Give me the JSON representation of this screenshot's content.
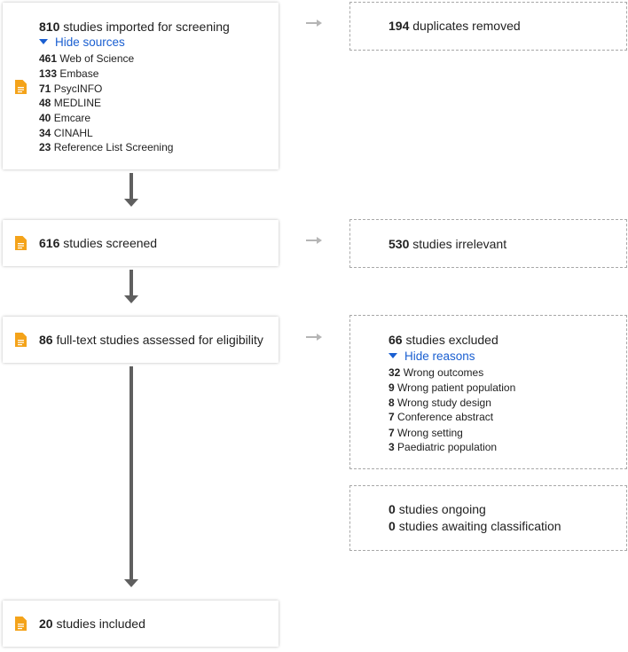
{
  "identification": {
    "count": "810",
    "text": "studies imported for screening",
    "toggle": "Hide sources",
    "sources": [
      {
        "count": "461",
        "name": "Web of Science"
      },
      {
        "count": "133",
        "name": "Embase"
      },
      {
        "count": "71",
        "name": "PsycINFO"
      },
      {
        "count": "48",
        "name": "MEDLINE"
      },
      {
        "count": "40",
        "name": "Emcare"
      },
      {
        "count": "34",
        "name": "CINAHL"
      },
      {
        "count": "23",
        "name": "Reference List Screening"
      }
    ]
  },
  "duplicates": {
    "count": "194",
    "text": "duplicates removed"
  },
  "screened": {
    "count": "616",
    "text": "studies screened"
  },
  "irrelevant": {
    "count": "530",
    "text": "studies irrelevant"
  },
  "fulltext": {
    "count": "86",
    "text": "full-text studies assessed for eligibility"
  },
  "excluded": {
    "count": "66",
    "text": "studies excluded",
    "toggle": "Hide reasons",
    "reasons": [
      {
        "count": "32",
        "name": "Wrong outcomes"
      },
      {
        "count": "9",
        "name": "Wrong patient population"
      },
      {
        "count": "8",
        "name": "Wrong study design"
      },
      {
        "count": "7",
        "name": "Conference abstract"
      },
      {
        "count": "7",
        "name": "Wrong setting"
      },
      {
        "count": "3",
        "name": "Paediatric population"
      }
    ]
  },
  "ongoing": {
    "count": "0",
    "text": "studies ongoing"
  },
  "awaiting": {
    "count": "0",
    "text": "studies awaiting classification"
  },
  "included": {
    "count": "20",
    "text": "studies included"
  },
  "colors": {
    "icon": "#f4a31a",
    "link": "#1a5fd1",
    "arrow": "#5f5f5f",
    "arrow_light": "#b5b5b5"
  }
}
